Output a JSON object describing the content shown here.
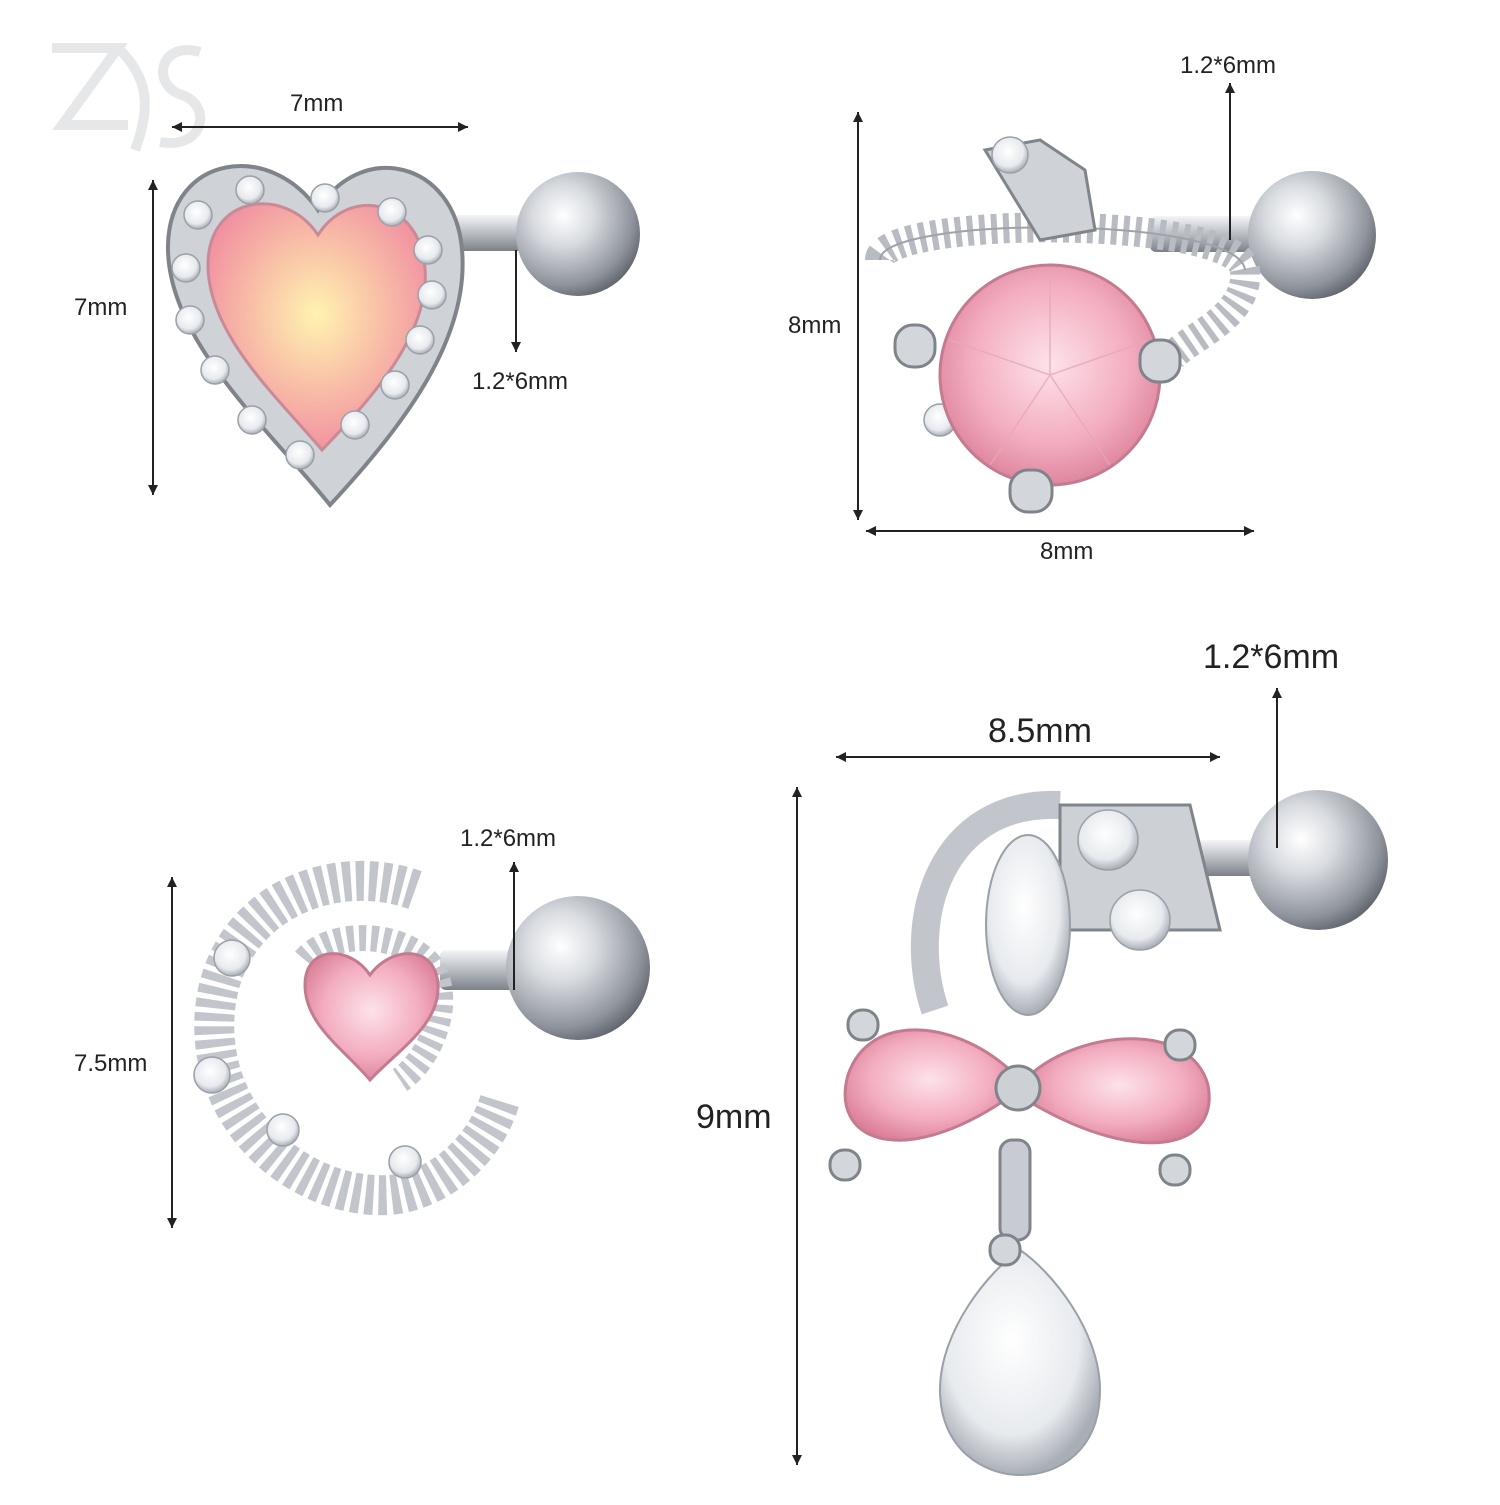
{
  "brand": {
    "logo_text": "ZS"
  },
  "products": [
    {
      "id": "heart-opal",
      "width_label": "7mm",
      "height_label": "7mm",
      "bar_label": "1.2*6mm",
      "stone_color": "#f4a6b4"
    },
    {
      "id": "round-pink",
      "height_label": "8mm",
      "width_label": "8mm",
      "bar_label": "1.2*6mm",
      "stone_color": "#f2b3c2"
    },
    {
      "id": "moon-heart",
      "height_label": "7.5mm",
      "bar_label": "1.2*6mm",
      "stone_color": "#f4b8c2"
    },
    {
      "id": "bow-drop",
      "width_label": "8.5mm",
      "height_label": "9mm",
      "bar_label": "1.2*6mm",
      "stone_color": "#f1a6b6"
    }
  ],
  "colors": {
    "metal": "#c9ccd2",
    "metal_dark": "#8e939b",
    "clear_stone": "#eef1f5",
    "dimension_line": "#222222"
  }
}
